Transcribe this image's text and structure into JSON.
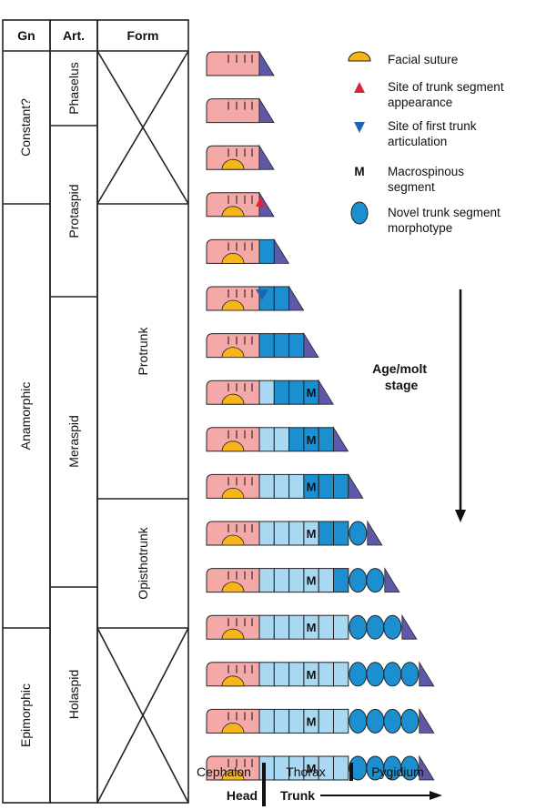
{
  "colors": {
    "cephalon": "#F4A8A8",
    "suture": "#F5B51B",
    "pygidium": "#5E58A8",
    "old_segment": "#A9D8F2",
    "new_segment": "#1C8FD1",
    "appearance_marker": "#D9243A",
    "articulation_marker": "#1C66B0",
    "outline": "#222222"
  },
  "table": {
    "headers": {
      "gn": "Gn",
      "art": "Art.",
      "form": "Form"
    },
    "gn": [
      {
        "label": "Constant?"
      },
      {
        "label": "Anamorphic"
      },
      {
        "label": "Epimorphic"
      }
    ],
    "art": [
      {
        "label": "Phaselus"
      },
      {
        "label": "Protaspid"
      },
      {
        "label": "Meraspid"
      },
      {
        "label": "Holaspid"
      }
    ],
    "form": [
      {
        "label": "Protrunk"
      },
      {
        "label": "Opisthotrunk"
      }
    ]
  },
  "legend": [
    {
      "icon": "facial-suture-icon",
      "text": [
        "Facial suture"
      ]
    },
    {
      "icon": "red-triangle-icon",
      "text": [
        "Site of trunk segment",
        "appearance"
      ]
    },
    {
      "icon": "blue-triangle-icon",
      "text": [
        "Site of first trunk",
        "articulation"
      ]
    },
    {
      "icon": "macrospine-letter",
      "symbol": "M",
      "text": [
        "Macrospinous",
        "segment"
      ]
    },
    {
      "icon": "blue-oval-icon",
      "text": [
        "Novel trunk segment",
        "morphotype"
      ]
    }
  ],
  "arrow_label": [
    "Age/molt",
    "stage"
  ],
  "bottom": {
    "regions": [
      "Cephalon",
      "Thorax",
      "Pygidium"
    ],
    "groups": [
      "Head",
      "Trunk"
    ]
  },
  "stages": [
    {
      "suture": false,
      "thorax": [],
      "ovals": 0
    },
    {
      "suture": false,
      "thorax": [],
      "ovals": 0
    },
    {
      "suture": true,
      "thorax": [],
      "ovals": 0
    },
    {
      "suture": true,
      "thorax": [],
      "ovals": 0
    },
    {
      "suture": true,
      "thorax": [
        "new"
      ],
      "ovals": 0
    },
    {
      "suture": true,
      "thorax": [
        "new",
        "new"
      ],
      "ovals": 0
    },
    {
      "suture": true,
      "thorax": [
        "new",
        "new",
        "new"
      ],
      "ovals": 0
    },
    {
      "suture": true,
      "thorax": [
        "old",
        "new",
        "new",
        "new"
      ],
      "ovals": 0
    },
    {
      "suture": true,
      "thorax": [
        "old",
        "old",
        "new",
        "new",
        "new"
      ],
      "ovals": 0
    },
    {
      "suture": true,
      "thorax": [
        "old",
        "old",
        "old",
        "new",
        "new",
        "new"
      ],
      "ovals": 0
    },
    {
      "suture": true,
      "thorax": [
        "old",
        "old",
        "old",
        "old",
        "new",
        "new"
      ],
      "ovals": 1
    },
    {
      "suture": true,
      "thorax": [
        "old",
        "old",
        "old",
        "old",
        "old",
        "new"
      ],
      "ovals": 2
    },
    {
      "suture": true,
      "thorax": [
        "old",
        "old",
        "old",
        "old",
        "old",
        "old"
      ],
      "ovals": 3
    },
    {
      "suture": true,
      "thorax": [
        "old",
        "old",
        "old",
        "old",
        "old",
        "old"
      ],
      "ovals": 4
    },
    {
      "suture": true,
      "thorax": [
        "old",
        "old",
        "old",
        "old",
        "old",
        "old"
      ],
      "ovals": 4
    },
    {
      "suture": true,
      "thorax": [
        "old",
        "old",
        "old",
        "old",
        "old",
        "old"
      ],
      "ovals": 4
    }
  ],
  "macrospine": {
    "symbol": "M",
    "segment_number": 4,
    "first_stage_number": 8
  },
  "appearance_marker": {
    "above_stage_number": 5
  },
  "articulation_marker": {
    "above_stage_number": 7
  }
}
